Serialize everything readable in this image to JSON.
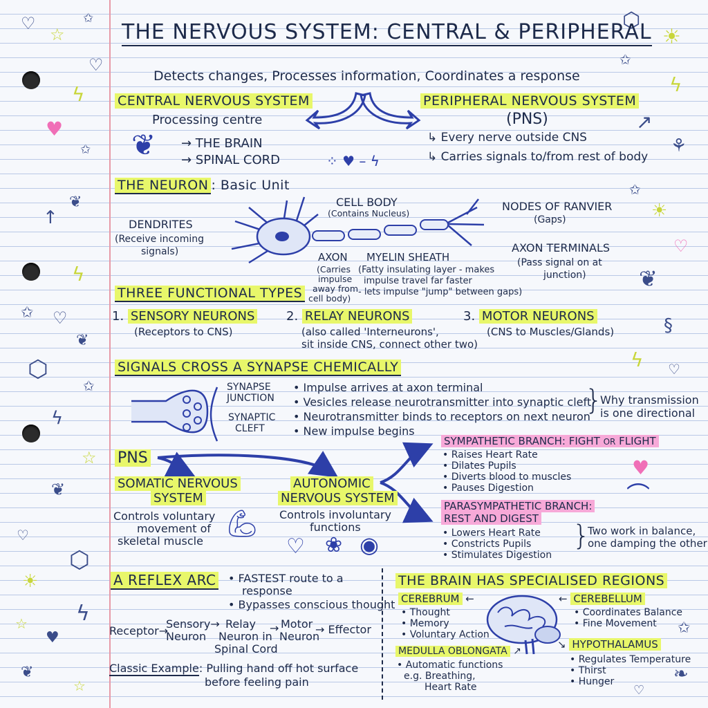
{
  "title": "THE NERVOUS SYSTEM: CENTRAL & PERIPHERAL",
  "subtitle": "Detects changes, Processes information, Coordinates a response",
  "cns": {
    "heading": "CENTRAL NERVOUS SYSTEM",
    "sub": "Processing centre",
    "items": [
      "→ THE BRAIN",
      "→ SPINAL CORD"
    ]
  },
  "pns_top": {
    "heading": "PERIPHERAL NERVOUS SYSTEM",
    "abbr": "(PNS)",
    "items": [
      "Every nerve outside CNS",
      "Carries signals to/from rest of body"
    ]
  },
  "neuron": {
    "heading": "THE NEURON",
    "heading_suffix": ": Basic Unit",
    "labels": {
      "cell_body": "CELL BODY",
      "cell_body_note": "(Contains Nucleus)",
      "dendrites": "DENDRITES",
      "dendrites_note": [
        "(Receive incoming",
        "signals)"
      ],
      "nodes": "NODES OF RANVIER",
      "nodes_note": "(Gaps)",
      "axon": "AXON",
      "axon_note": [
        "(Carries",
        "impulse",
        "away from",
        "cell body)"
      ],
      "myelin": "MYELIN SHEATH",
      "myelin_note": [
        "(Fatty insulating layer - makes",
        "impulse travel far faster",
        "- lets impulse \"jump\" between gaps)"
      ],
      "terminals": "AXON TERMINALS",
      "terminals_note": [
        "(Pass signal on at",
        "junction)"
      ]
    }
  },
  "types": {
    "heading": "THREE FUNCTIONAL TYPES",
    "items": [
      {
        "num": "1.",
        "name": "SENSORY NEURONS",
        "note": [
          "(Receptors to CNS)"
        ]
      },
      {
        "num": "2.",
        "name": "RELAY NEURONS",
        "note": [
          "(also called 'Interneurons',",
          "sit inside CNS, connect other two)"
        ]
      },
      {
        "num": "3.",
        "name": "MOTOR NEURONS",
        "note": [
          "(CNS to Muscles/Glands)"
        ]
      }
    ]
  },
  "synapse": {
    "heading": "SIGNALS CROSS A SYNAPSE CHEMICALLY",
    "labels": [
      "SYNAPSE",
      "JUNCTION",
      "SYNAPTIC",
      "CLEFT"
    ],
    "steps": [
      "• Impulse arrives at axon terminal",
      "• Vesicles release neurotransmitter into synaptic cleft",
      "• Neurotransmitter binds to receptors on next neuron",
      "• New impulse begins"
    ],
    "why": [
      "Why transmission",
      "is one directional"
    ]
  },
  "pns": {
    "label": "PNS",
    "somatic": {
      "name": [
        "SOMATIC NERVOUS",
        "SYSTEM"
      ],
      "desc": [
        "Controls voluntary",
        "movement of",
        "skeletal muscle"
      ]
    },
    "autonomic": {
      "name": [
        "AUTONOMIC",
        "NERVOUS SYSTEM"
      ],
      "desc": [
        "Controls involuntary",
        "functions"
      ]
    },
    "sympathetic": {
      "heading_a": "SYMPATHETIC BRANCH: FIGHT ",
      "heading_or": "OR",
      "heading_b": " FLIGHT",
      "items": [
        "• Raises Heart Rate",
        "• Dilates Pupils",
        "• Diverts blood to muscles",
        "• Pauses Digestion"
      ]
    },
    "parasympathetic": {
      "heading": [
        "PARASYMPATHETIC BRANCH:",
        "REST AND DIGEST"
      ],
      "items": [
        "• Lowers Heart Rate",
        "• Constricts Pupils",
        "• Stimulates Digestion"
      ],
      "balance": [
        "Two work in balance,",
        "one damping the other"
      ]
    }
  },
  "reflex": {
    "heading": "A REFLEX ARC",
    "points": [
      "• FASTEST route to a",
      "response",
      "• Bypasses conscious thought"
    ],
    "chain": {
      "receptor": "Receptor",
      "sensory": [
        "Sensory",
        "Neuron"
      ],
      "relay": [
        "Relay",
        "Neuron in",
        "Spinal Cord"
      ],
      "motor": [
        "Motor",
        "Neuron"
      ],
      "effector": "Effector"
    },
    "example_label": "Classic Example",
    "example": [
      ": Pulling hand off hot surface",
      "before feeling pain"
    ]
  },
  "brain": {
    "heading": "THE BRAIN HAS SPECIALISED REGIONS",
    "cerebrum": {
      "name": "CEREBRUM",
      "items": [
        "• Thought",
        "• Memory",
        "• Voluntary Action"
      ]
    },
    "cerebellum": {
      "name": "CEREBELLUM",
      "items": [
        "• Coordinates Balance",
        "• Fine Movement"
      ]
    },
    "medulla": {
      "name": "MEDULLA OBLONGATA",
      "items": [
        "• Automatic functions",
        "e.g. Breathing,",
        "Heart Rate"
      ]
    },
    "hypothalamus": {
      "name": "HYPOTHALAMUS",
      "items": [
        "• Regulates Temperature",
        "• Thirst",
        "• Hunger"
      ]
    }
  },
  "colors": {
    "highlight": "#e8f76a",
    "pink": "#f7a9d8",
    "ink": "#1d2a4a",
    "accent": "#2d3fa8"
  }
}
